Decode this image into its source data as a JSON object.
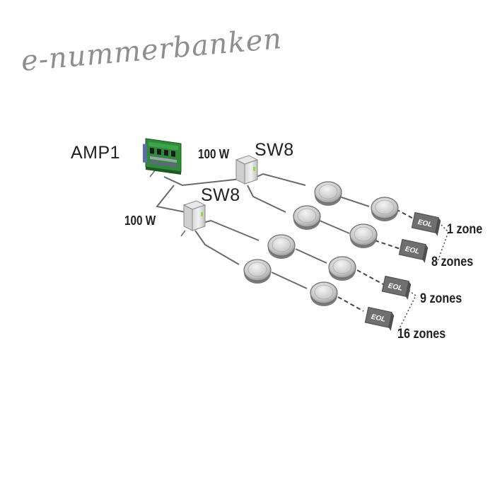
{
  "watermark": "e-nummerbanken",
  "amplifier": {
    "label": "AMP1"
  },
  "switches": [
    {
      "label": "SW8",
      "power": "100 W"
    },
    {
      "label": "SW8",
      "power": "100 W"
    }
  ],
  "eol_label": "EOL",
  "zones": [
    "1 zone",
    "8 zones",
    "9 zones",
    "16 zones"
  ],
  "colors": {
    "board": "#2f8a3a",
    "line": "#6a6a6a",
    "eol": "#6f6f6f",
    "text": "#222222"
  }
}
